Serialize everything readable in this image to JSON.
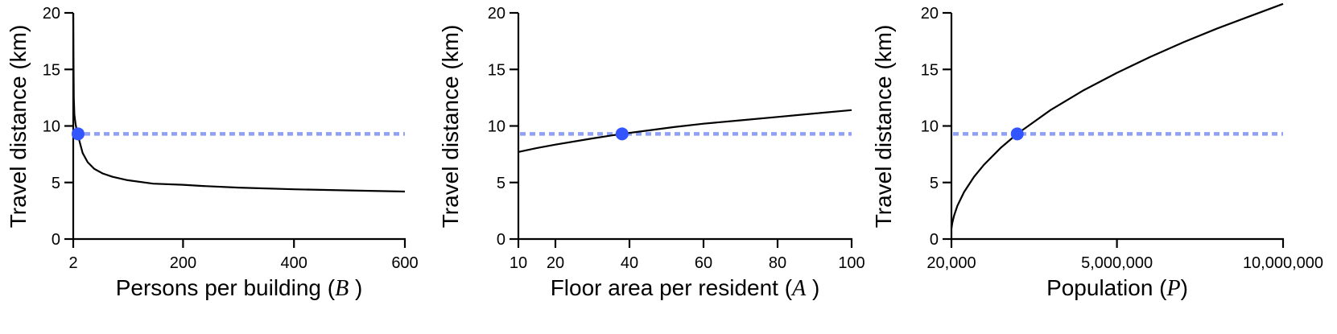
{
  "chart_data": [
    {
      "type": "line",
      "title": "",
      "xlabel": "Persons per building",
      "xlabel_var": "B",
      "ylabel": "Travel distance (km)",
      "xlim": [
        2,
        600
      ],
      "ylim": [
        0,
        20
      ],
      "x_ticks": [
        2,
        200,
        400,
        600
      ],
      "x_tick_labels": [
        "2",
        "200",
        "400",
        "600"
      ],
      "y_ticks": [
        0,
        5,
        10,
        15,
        20
      ],
      "y_tick_labels": [
        "0",
        "5",
        "10",
        "15",
        "20"
      ],
      "grid": false,
      "series": [
        {
          "name": "travel distance",
          "x": [
            2,
            2.5,
            3,
            4,
            6,
            8,
            10,
            14,
            19,
            28,
            40,
            55,
            73,
            100,
            146,
            200,
            233,
            300,
            400,
            500,
            600
          ],
          "y": [
            20,
            16,
            12.5,
            11,
            10.2,
            9.7,
            9.3,
            8.5,
            7.6,
            6.8,
            6.2,
            5.8,
            5.5,
            5.2,
            4.9,
            4.8,
            4.7,
            4.55,
            4.4,
            4.3,
            4.2
          ],
          "color": "#000000"
        }
      ],
      "highlight_point": {
        "x": 10.7,
        "y": 9.3,
        "color": "#3355ff"
      },
      "reference_line": {
        "y": 9.3,
        "style": "dotted",
        "color": "#8fa0f5"
      }
    },
    {
      "type": "line",
      "title": "",
      "xlabel": "Floor area per resident",
      "xlabel_var": "A",
      "ylabel": "Travel distance (km)",
      "xlim": [
        10,
        100
      ],
      "ylim": [
        0,
        20
      ],
      "x_ticks": [
        10,
        20,
        40,
        60,
        80,
        100
      ],
      "x_tick_labels": [
        "10",
        "20",
        "40",
        "60",
        "80",
        "100"
      ],
      "y_ticks": [
        0,
        5,
        10,
        15,
        20
      ],
      "y_tick_labels": [
        "0",
        "5",
        "10",
        "15",
        "20"
      ],
      "grid": false,
      "series": [
        {
          "name": "travel distance",
          "x": [
            10,
            15,
            20,
            30,
            38,
            45,
            52,
            60,
            70,
            80,
            90,
            100
          ],
          "y": [
            7.7,
            8.05,
            8.35,
            8.9,
            9.3,
            9.6,
            9.9,
            10.2,
            10.5,
            10.8,
            11.1,
            11.4
          ],
          "color": "#000000"
        }
      ],
      "highlight_point": {
        "x": 38,
        "y": 9.3,
        "color": "#3355ff"
      },
      "reference_line": {
        "y": 9.3,
        "style": "dotted",
        "color": "#8fa0f5"
      }
    },
    {
      "type": "line",
      "title": "",
      "xlabel": "Population",
      "xlabel_var": "P",
      "ylabel": "Travel distance (km)",
      "xlim": [
        20000,
        10000000
      ],
      "ylim": [
        0,
        20
      ],
      "x_ticks": [
        20000,
        5000000,
        10000000
      ],
      "x_tick_labels": [
        "20,000",
        "5,000,000",
        "10,000,000"
      ],
      "y_ticks": [
        0,
        5,
        10,
        15,
        20
      ],
      "y_tick_labels": [
        "0",
        "5",
        "10",
        "15",
        "20"
      ],
      "grid": false,
      "series": [
        {
          "name": "travel distance",
          "x": [
            20000,
            50000,
            100000,
            200000,
            400000,
            700000,
            1000000,
            1500000,
            2000000,
            3000000,
            4000000,
            5000000,
            6000000,
            7000000,
            8000000,
            9000000,
            10000000
          ],
          "y": [
            0.93,
            1.47,
            2.08,
            2.94,
            4.16,
            5.5,
            6.58,
            8.06,
            9.3,
            11.4,
            13.16,
            14.7,
            16.1,
            17.4,
            18.6,
            19.7,
            20.8
          ],
          "color": "#000000"
        }
      ],
      "highlight_point": {
        "x": 2000000,
        "y": 9.3,
        "color": "#3355ff"
      },
      "reference_line": {
        "y": 9.3,
        "style": "dotted",
        "color": "#8fa0f5"
      }
    }
  ],
  "panels": [
    {
      "ylabel": "Travel distance (km)",
      "xlabel": "Persons per building (",
      "xvar": "B",
      "xclose": " )"
    },
    {
      "ylabel": "Travel distance (km)",
      "xlabel": "Floor area per resident (",
      "xvar": "A",
      "xclose": " )"
    },
    {
      "ylabel": "Travel distance (km)",
      "xlabel": "Population (",
      "xvar": "P",
      "xclose": ")"
    }
  ]
}
